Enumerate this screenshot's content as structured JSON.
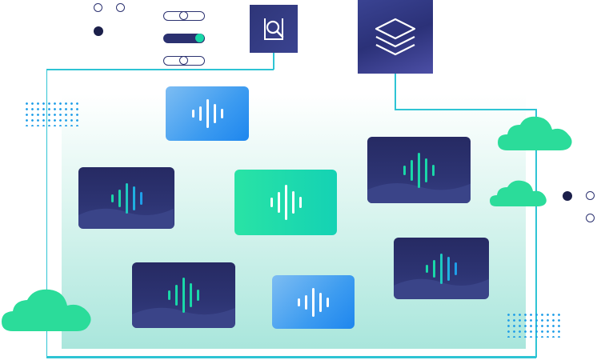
{
  "colors": {
    "navy": "#262a63",
    "teal_line": "#2ec4d4",
    "green": "#18d7a7",
    "blue": "#3c9bf0",
    "cloud": "#2bdc9a"
  },
  "icons": {
    "search": "search-document-icon",
    "layers": "layers-stack-icon",
    "audio": "audio-waveform-icon",
    "cloud": "cloud-icon"
  },
  "toggles": [
    {
      "state": "off"
    },
    {
      "state": "on"
    },
    {
      "state": "off"
    }
  ],
  "cards": [
    {
      "style": "blue",
      "icon": "audio-waveform-icon"
    },
    {
      "style": "dark",
      "icon": "audio-waveform-icon"
    },
    {
      "style": "green",
      "icon": "audio-waveform-icon"
    },
    {
      "style": "dark",
      "icon": "audio-waveform-icon"
    },
    {
      "style": "dark",
      "icon": "audio-waveform-icon"
    },
    {
      "style": "blue",
      "icon": "audio-waveform-icon"
    },
    {
      "style": "dark",
      "icon": "audio-waveform-icon"
    }
  ]
}
